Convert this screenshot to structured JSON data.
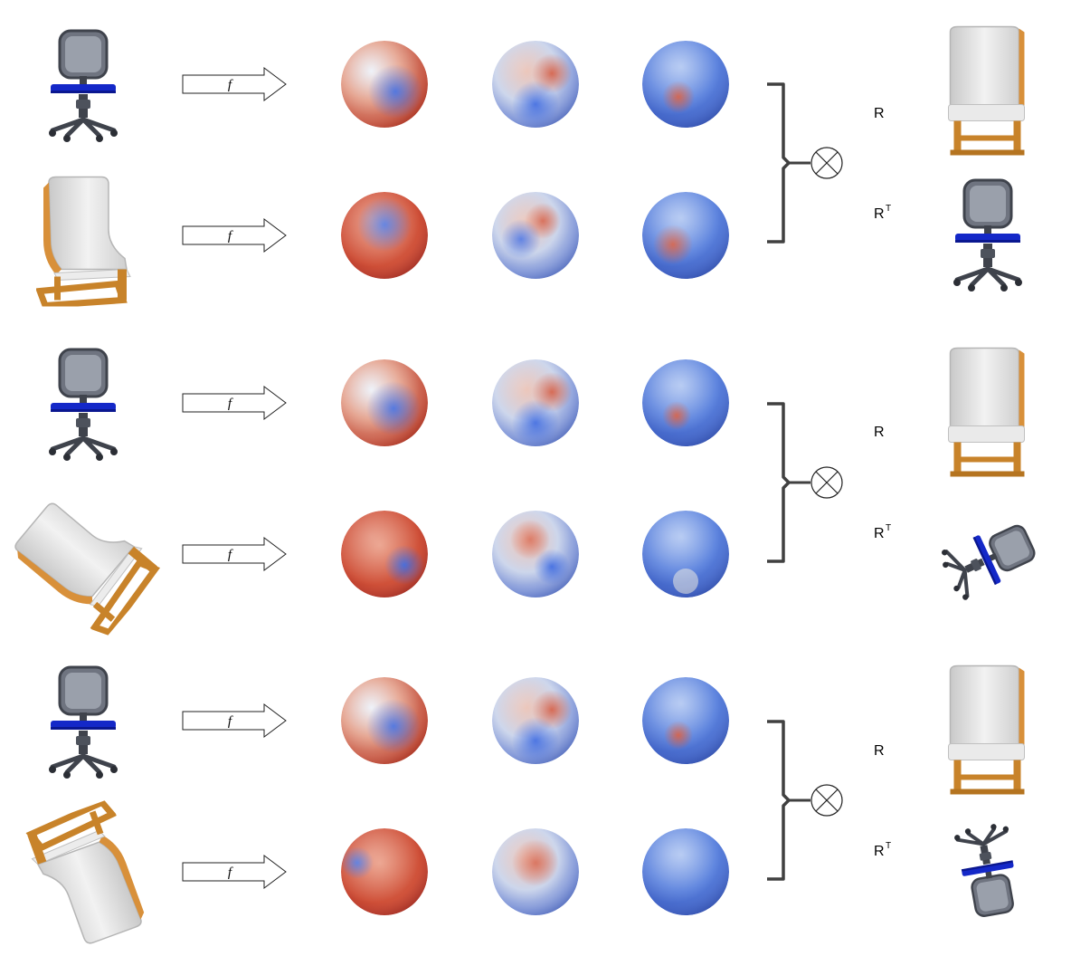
{
  "arrow_label": "f",
  "rotation_label": "R",
  "rotation_transpose_base": "R",
  "rotation_transpose_sup": "T",
  "groups": [
    {
      "top_chair": {
        "kind": "office",
        "orientation": "upright"
      },
      "bottom_chair": {
        "kind": "lounge",
        "orientation": "upright"
      },
      "result_top": {
        "kind": "lounge",
        "orientation": "front-view"
      },
      "result_bottom": {
        "kind": "office",
        "orientation": "upright"
      }
    },
    {
      "top_chair": {
        "kind": "office",
        "orientation": "upright"
      },
      "bottom_chair": {
        "kind": "lounge",
        "orientation": "rotated"
      },
      "result_top": {
        "kind": "lounge",
        "orientation": "front-view"
      },
      "result_bottom": {
        "kind": "office",
        "orientation": "tilted"
      }
    },
    {
      "top_chair": {
        "kind": "office",
        "orientation": "upright"
      },
      "bottom_chair": {
        "kind": "lounge",
        "orientation": "flipped"
      },
      "result_top": {
        "kind": "lounge",
        "orientation": "front-view"
      },
      "result_bottom": {
        "kind": "office",
        "orientation": "upside-down"
      }
    }
  ],
  "colors": {
    "warm": "#c0392b",
    "cool": "#3a5fcd",
    "neutral": "#dcdcdc",
    "bracket": "#404040",
    "office_frame": "#5a5f6b",
    "office_seat": "#1428c8",
    "lounge_body": "#e2e2e2",
    "lounge_wood": "#d08a2c"
  }
}
